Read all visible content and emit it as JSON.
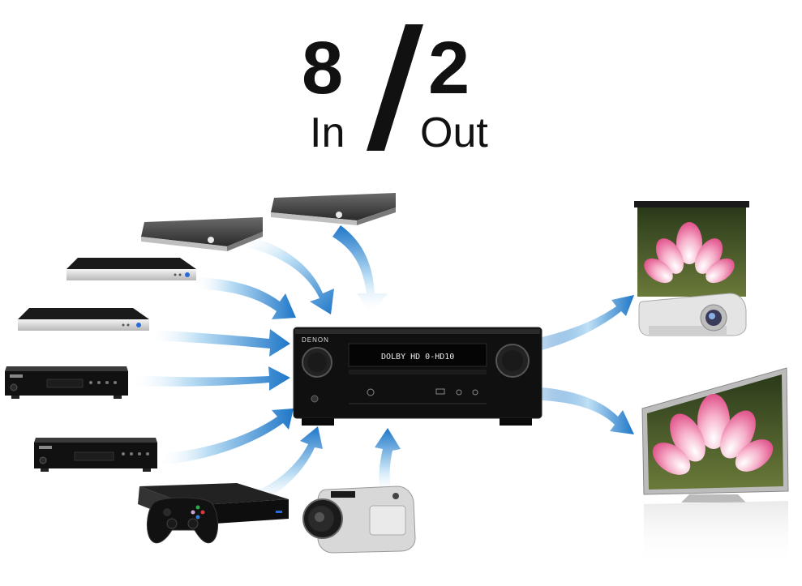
{
  "header": {
    "inputs_count": "8",
    "inputs_label": "In",
    "outputs_count": "2",
    "outputs_label": "Out"
  },
  "receiver": {
    "brand": "DENON",
    "display": "DOLBY HD  0-HD10"
  },
  "colors": {
    "arrow": "#1f77c8",
    "arrow_light": "#bfe0f5",
    "device_dark": "#1a1a1a",
    "lotus_pink": "#f07aa8"
  },
  "icons": {
    "sources": [
      "set-top-box-icon",
      "set-top-box-icon",
      "blu-ray-player-icon",
      "blu-ray-player-icon",
      "cd-player-icon",
      "cd-player-icon",
      "game-console-icon",
      "camcorder-icon"
    ],
    "outputs": [
      "projector-icon",
      "television-icon"
    ]
  }
}
